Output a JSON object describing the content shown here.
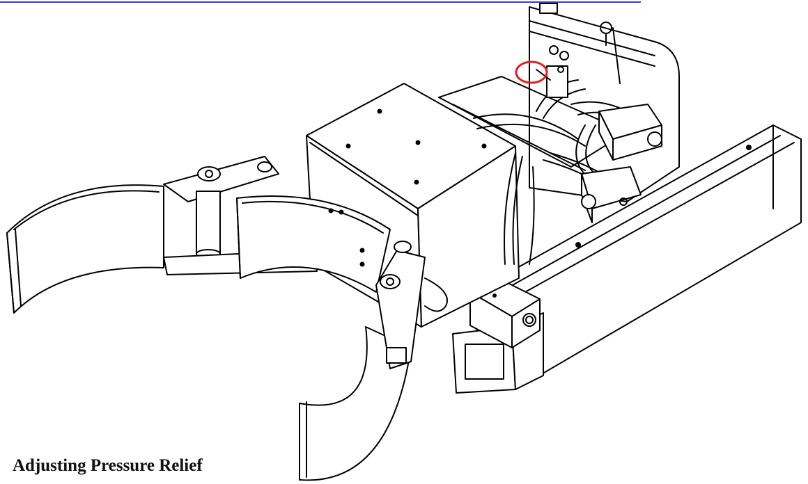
{
  "page": {
    "heading": "Adjusting Pressure Relief"
  },
  "colors": {
    "rule": "#3a3ad8",
    "line_art": "#000000",
    "highlight_circle": "#e02020"
  },
  "drawing": {
    "subject": "roll clamp attachment line drawing",
    "highlight": "pressure relief valve on hydraulic manifold"
  }
}
